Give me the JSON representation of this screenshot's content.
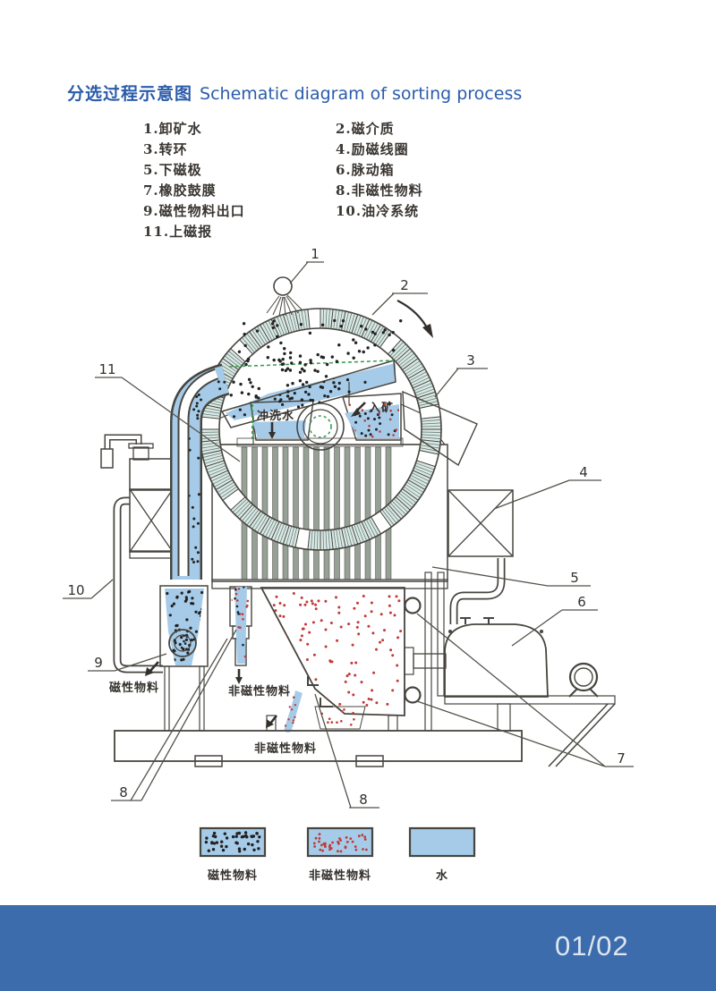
{
  "header": {
    "title_zh": "分选过程示意图",
    "title_en": "Schematic diagram of sorting process",
    "title_color": "#2b5caa"
  },
  "parts_list": {
    "col1": [
      "1.卸矿水",
      "3.转环",
      "5.下磁极",
      "7.橡胶鼓膜",
      "9.磁性物料出口",
      "11.上磁报"
    ],
    "col2": [
      "2.磁介质",
      "4.励磁线圈",
      "6.脉动箱",
      "8.非磁性物料",
      "10.油冷系统"
    ]
  },
  "diagram": {
    "callouts": {
      "1": "1",
      "2": "2",
      "3": "3",
      "4": "4",
      "5": "5",
      "6": "6",
      "7": "7",
      "8": "8",
      "9": "9",
      "10": "10",
      "11": "11"
    },
    "labels": {
      "flush_water": "冲洗水",
      "feed": "入矿",
      "magnetic": "磁性物料",
      "non_magnetic": "非磁性物料"
    },
    "colors": {
      "water": "#a6cbe8",
      "hatch_teal": "#2e8e8c",
      "coil_tan": "#cec5a6",
      "dot_black": "#222222",
      "dot_red": "#c03a36",
      "line": "#47453f",
      "green_dash": "#3f9d55"
    }
  },
  "legend": {
    "items": [
      {
        "label": "磁性物料"
      },
      {
        "label": "非磁性物料"
      },
      {
        "label": "水"
      }
    ],
    "box_color": "#a6cbe8"
  },
  "footer": {
    "page_number": "01/02",
    "bar_color": "#3c6cab"
  }
}
